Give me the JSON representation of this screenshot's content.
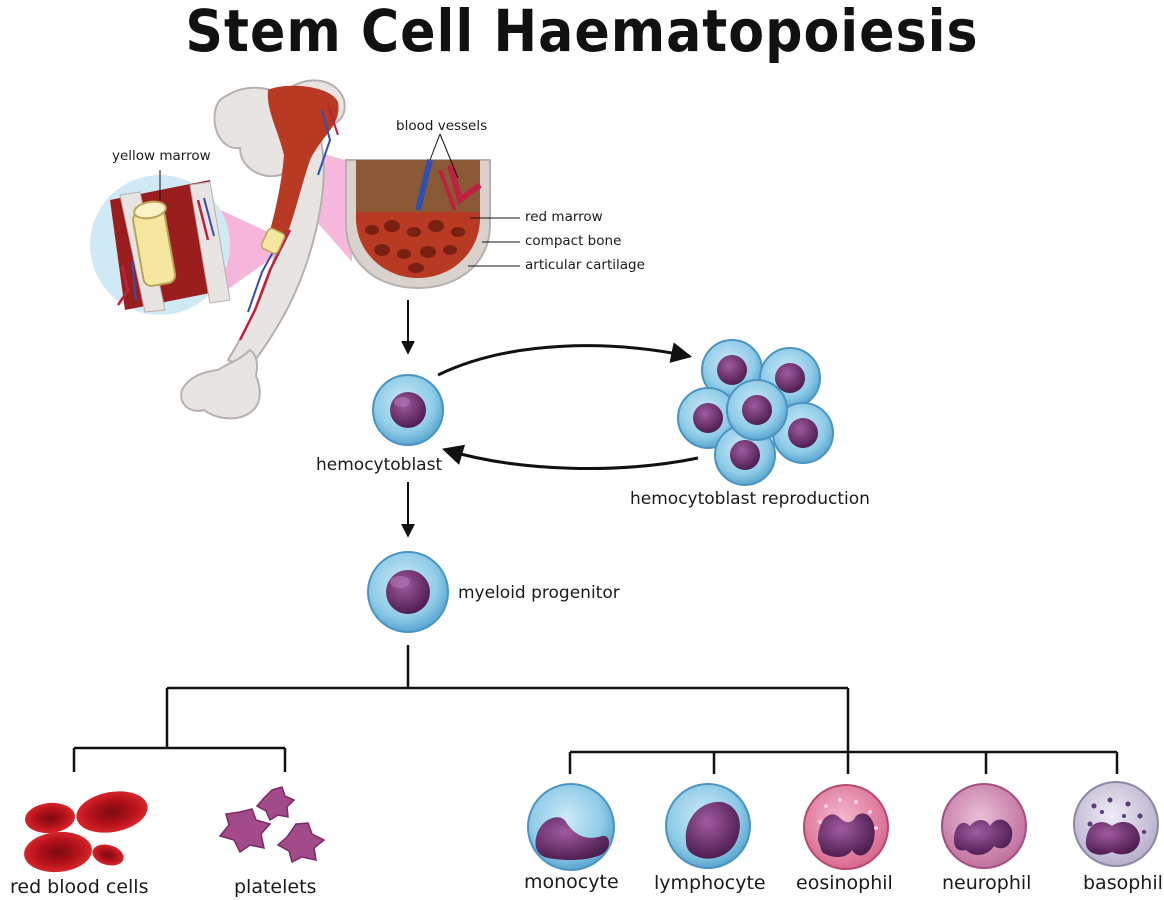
{
  "title": "Stem Cell Haematopoiesis",
  "bone_labels": {
    "yellow_marrow": "yellow marrow",
    "blood_vessels": "blood vessels",
    "red_marrow": "red marrow",
    "compact_bone": "compact bone",
    "articular_cartilage": "articular cartilage"
  },
  "stages": {
    "hemocytoblast": "hemocytoblast",
    "reproduction": "hemocytoblast reproduction",
    "myeloid": "myeloid progenitor"
  },
  "cells": {
    "rbc": "red blood cells",
    "platelets": "platelets",
    "monocyte": "monocyte",
    "lymphocyte": "lymphocyte",
    "eosinophil": "eosinophil",
    "neurophil": "neurophil",
    "basophil": "basophil"
  },
  "colors": {
    "cell_membrane": "#8fcbe8",
    "nucleus": "#6a2a6a",
    "red_marrow": "#b83a22",
    "bone": "#e8e4e2",
    "rbc": "#c4121c",
    "platelet": "#a24a8a"
  }
}
